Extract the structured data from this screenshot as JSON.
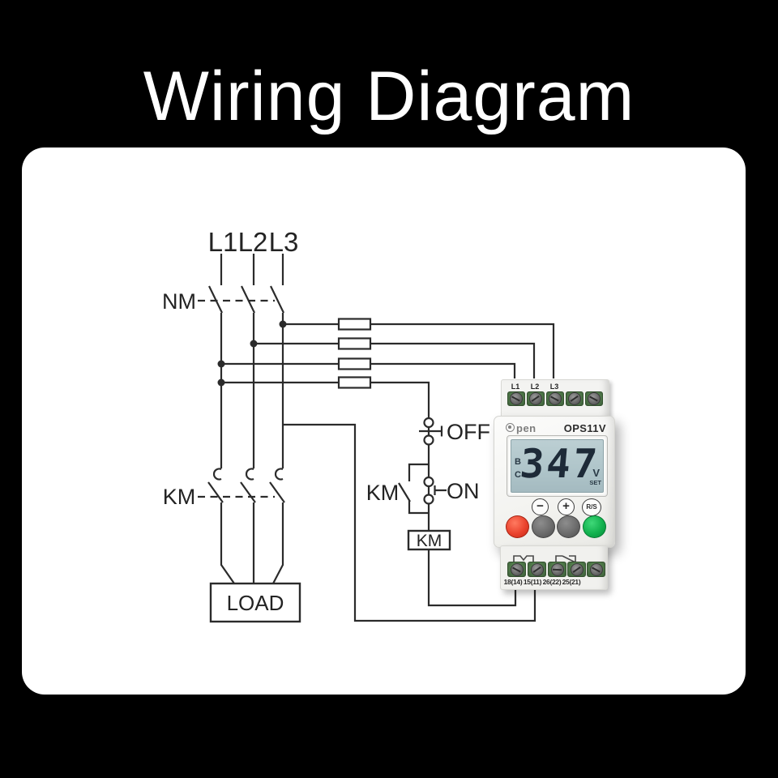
{
  "title": "Wiring Diagram",
  "schematic": {
    "phase_labels": [
      "L1",
      "L2",
      "L3"
    ],
    "breaker_label": "NM",
    "contactor_label": "KM",
    "off_button_label": "OFF",
    "on_button_label": "ON",
    "aux_contact_label": "KM",
    "coil_label": "KM",
    "load_label": "LOAD"
  },
  "device": {
    "brand_text": "pen",
    "model": "OPS11V",
    "top_terminals": [
      "L1",
      "L2",
      "L3"
    ],
    "display": {
      "value": "347",
      "row_labels": [
        "B",
        "C"
      ],
      "unit": "V",
      "set_indicator": "SET"
    },
    "button_labels": {
      "minus": "−",
      "plus": "+",
      "run_stop": "R/S"
    },
    "bottom_terminals": [
      "18(14)",
      "15(11)",
      "26(22)",
      "25(21)"
    ]
  },
  "colors": {
    "background": "#000000",
    "panel": "#ffffff",
    "line": "#2b2b2b",
    "lcd_screen": "#b3c8cc",
    "digit": "#1d2a38",
    "button_red": "#e0392a",
    "button_gray": "#6f6f6f",
    "button_green": "#12b14e",
    "terminal_green": "#4f7a49"
  }
}
